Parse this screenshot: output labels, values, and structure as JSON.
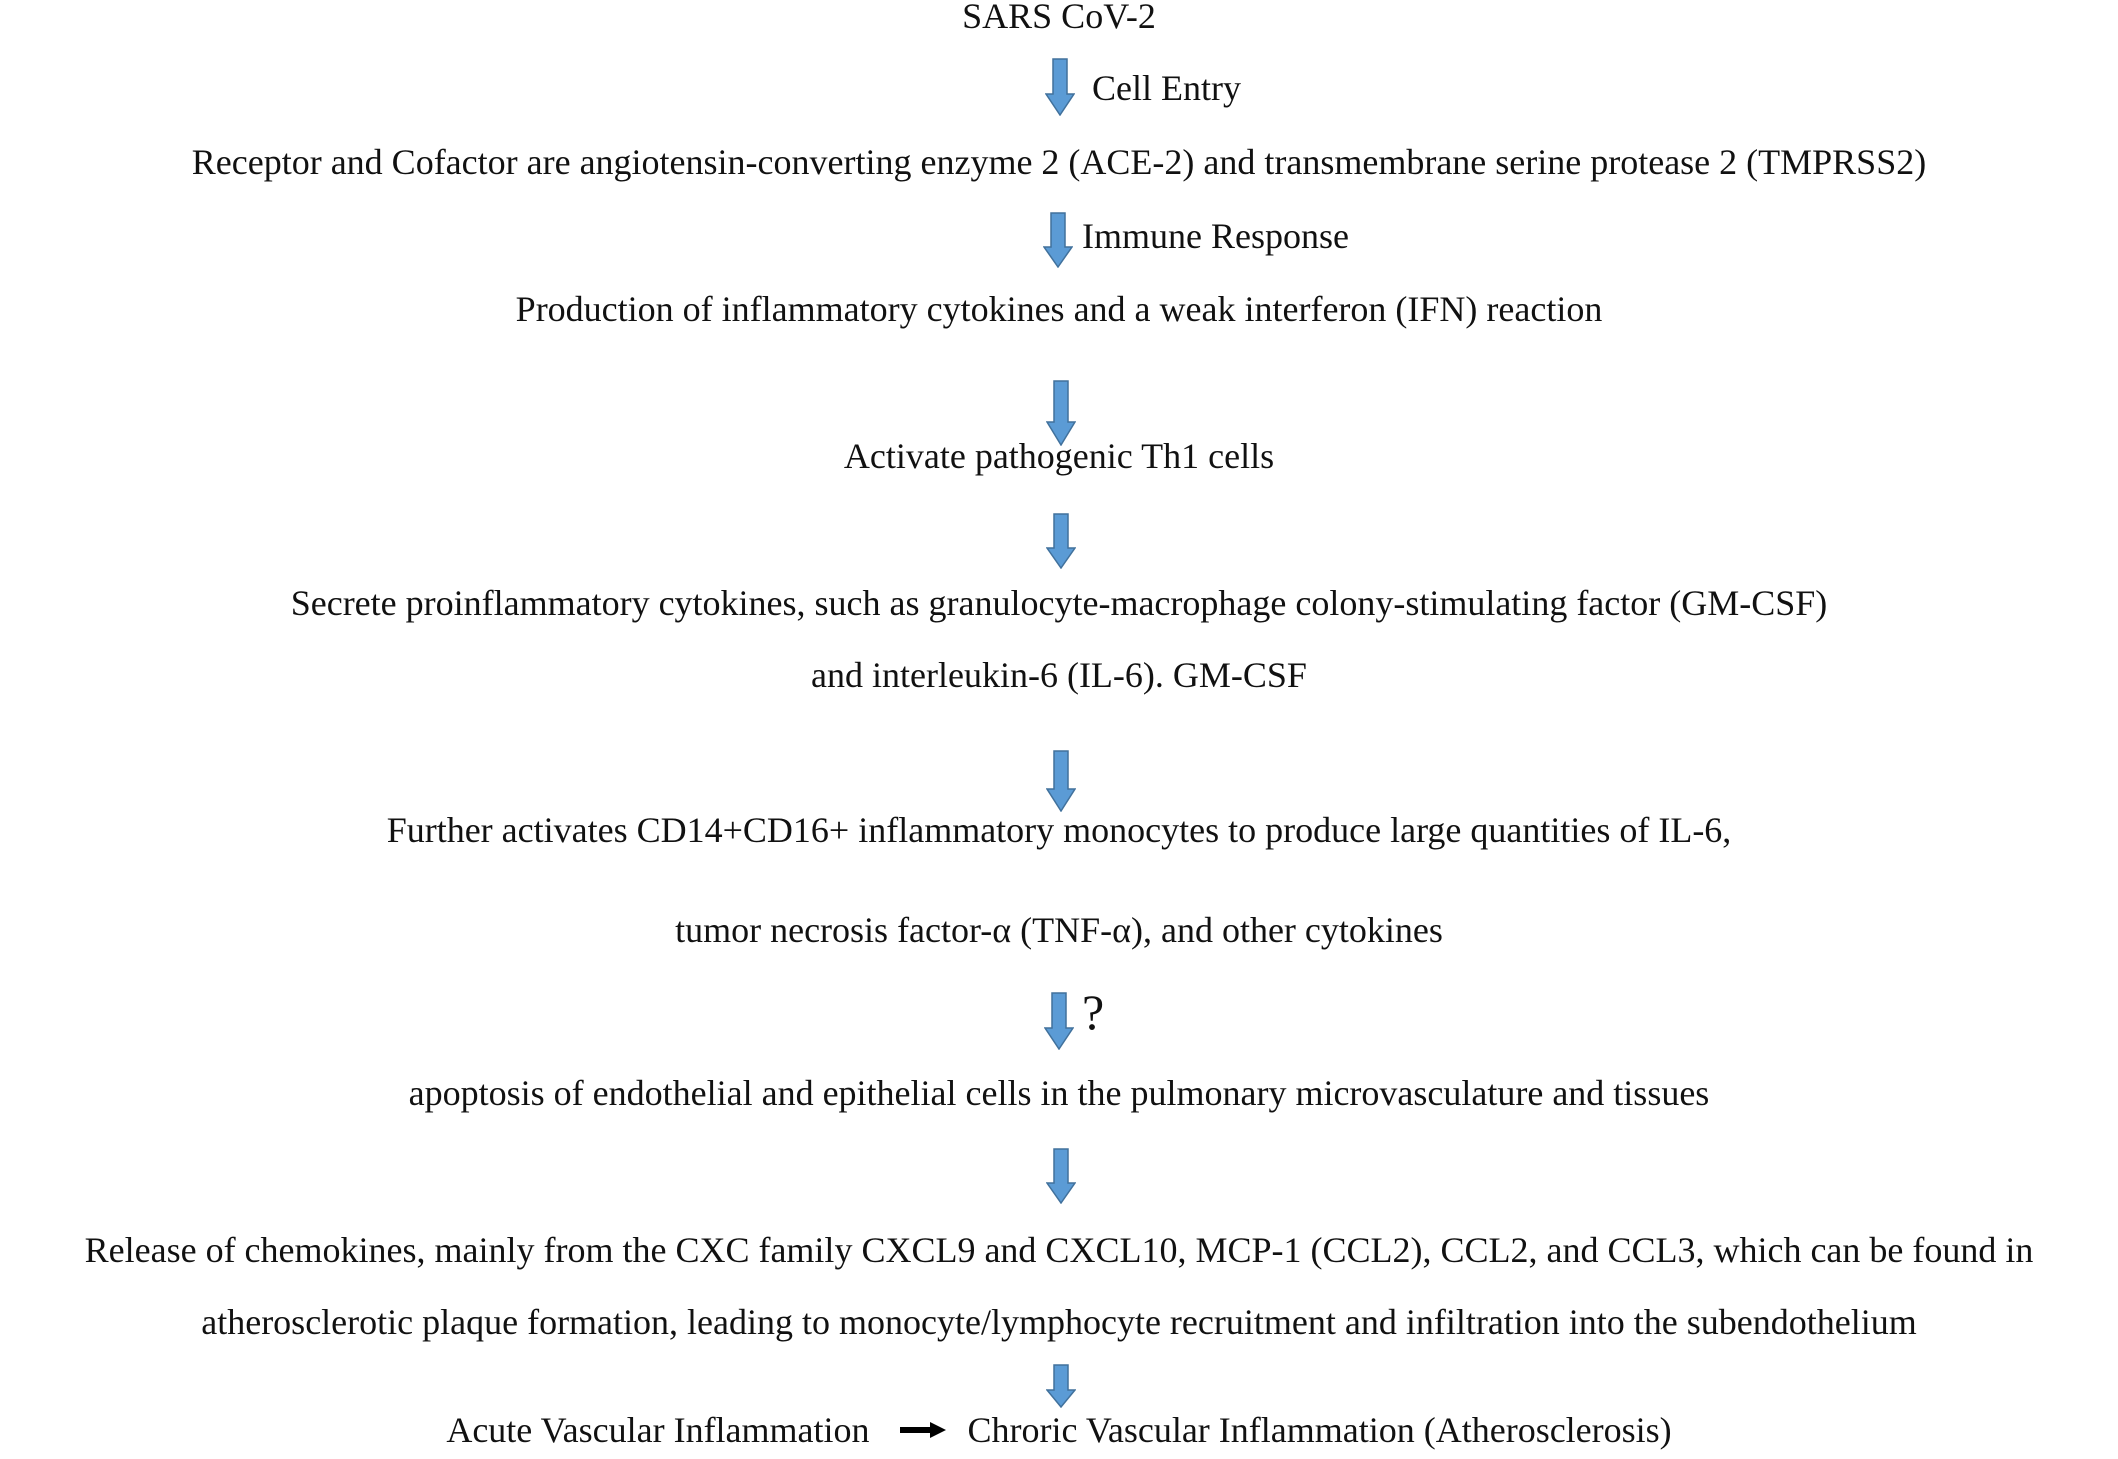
{
  "flow": {
    "top": "SARS CoV-2",
    "step1_label": "Cell Entry",
    "receptor": "Receptor and Cofactor are angiotensin-converting  enzyme 2 (ACE-2) and transmembrane serine protease 2 (TMPRSS2)",
    "step2_label": "Immune Response",
    "production": "Production of inflammatory  cytokines and a weak interferon (IFN) reaction",
    "activate": "Activate pathogenic Th1 cells",
    "secrete_line1": "Secrete proinflammatory  cytokines, such as granulocyte-macrophage colony-stimulating  factor (GM-CSF)",
    "secrete_line2": "and interleukin-6  (IL-6). GM-CSF",
    "further_line1": "Further activates CD14+CD16+ inflammatory  monocytes to produce large quantities  of IL-6,",
    "further_line2": "tumor necrosis factor-α (TNF-α), and other cytokines",
    "question_label": "?",
    "apoptosis": "apoptosis of endothelial  and epithelial  cells in the pulmonary microvasculature and tissues",
    "release_line1": "Release of chemokines, mainly  from the CXC family  CXCL9 and CXCL10, MCP-1 (CCL2), CCL2, and CCL3, which can be found in",
    "release_line2": "atherosclerotic plaque formation, leading  to monocyte/lymphocyte recruitment  and infiltration  into the subendothelium",
    "acute": "Acute Vascular Inflammation",
    "chronic": "Chroric Vascular Inflammation  (Atherosclerosis)"
  },
  "colors": {
    "arrow_fill": "#5b9bd5",
    "arrow_stroke": "#41719c",
    "text": "#111111",
    "black_arrow": "#000000"
  }
}
